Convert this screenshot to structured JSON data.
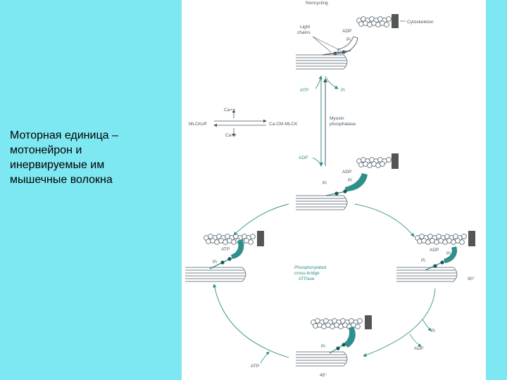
{
  "caption": {
    "lines": [
      "Моторная единица –",
      "мотонейрон и",
      "инервируемые им",
      "мышечные волокна"
    ]
  },
  "diagram": {
    "top_state": "Noncycling",
    "light_chains": [
      "Light",
      "chains"
    ],
    "cytoskeleton": "Cytoskeleton",
    "adp": "ADP",
    "atp": "ATP",
    "pi": "Pi",
    "ca": "Ca++",
    "mlck_off": "MLCKoff",
    "ca_cm_mlck": "Ca.CM-MLCK",
    "myosin_phosphatase": [
      "Myosin",
      "phosphatase"
    ],
    "center_label": [
      "Phosphorylated",
      "cross-bridge",
      "ATPase"
    ],
    "angle_90": "90°",
    "angle_45": "45°"
  },
  "colors": {
    "background": "#7ee8f2",
    "panel": "#ffffff",
    "teal": "#2f8f8a",
    "line": "#4a5a66"
  }
}
